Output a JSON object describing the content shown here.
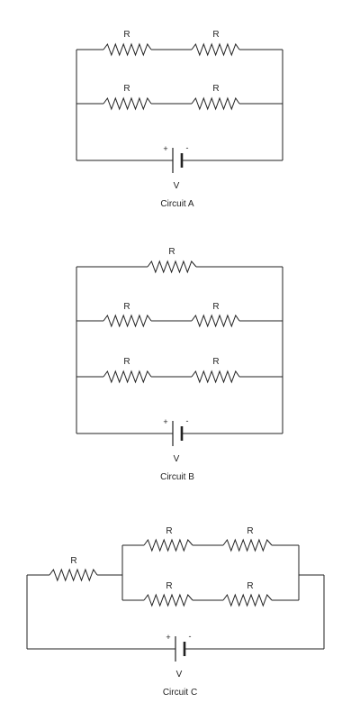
{
  "circuits": [
    {
      "caption": "Circuit A",
      "resistor_label": "R",
      "battery": {
        "label": "V",
        "plus": "+",
        "minus": "-"
      }
    },
    {
      "caption": "Circuit B",
      "resistor_label": "R",
      "battery": {
        "label": "V",
        "plus": "+",
        "minus": "-"
      }
    },
    {
      "caption": "Circuit C",
      "resistor_label": "R",
      "battery": {
        "label": "V",
        "plus": "+",
        "minus": "-"
      }
    }
  ]
}
